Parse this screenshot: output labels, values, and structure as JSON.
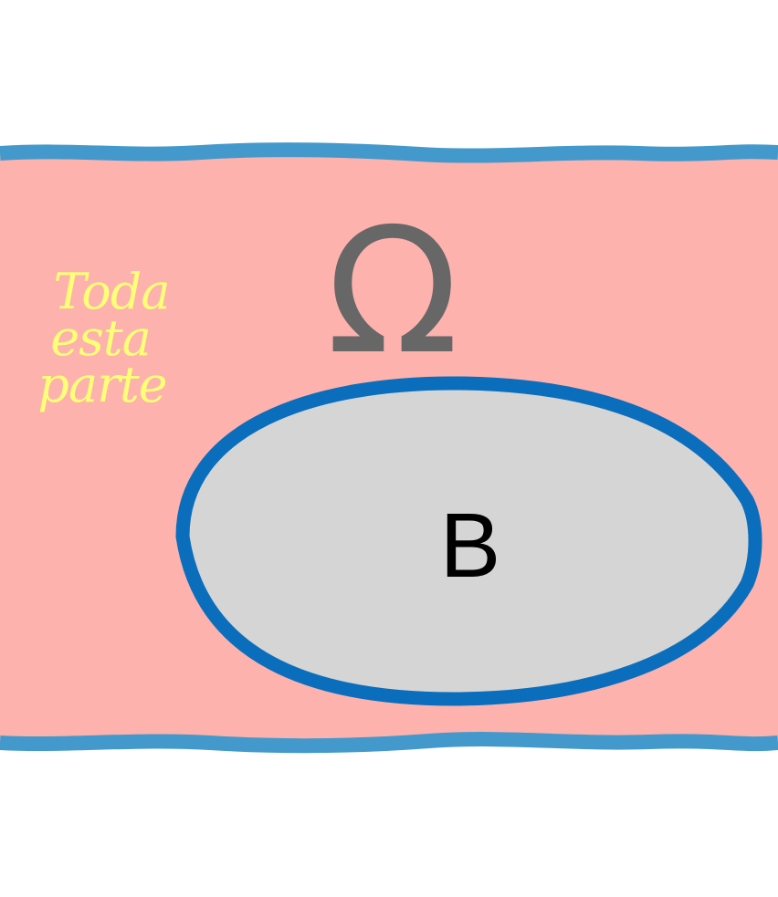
{
  "diagram": {
    "universe_label": "Ω",
    "set_label": "B",
    "annotation_lines": [
      "Toda",
      "esta",
      "parte"
    ]
  },
  "colors": {
    "background": "#ffffff",
    "universe_fill": "#fdb2ad",
    "universe_border": "#4499cc",
    "set_fill": "#d5d5d5",
    "set_border": "#0a6ebd",
    "universe_label": "#676767",
    "set_label": "#000000",
    "annotation": "#fefe77"
  }
}
